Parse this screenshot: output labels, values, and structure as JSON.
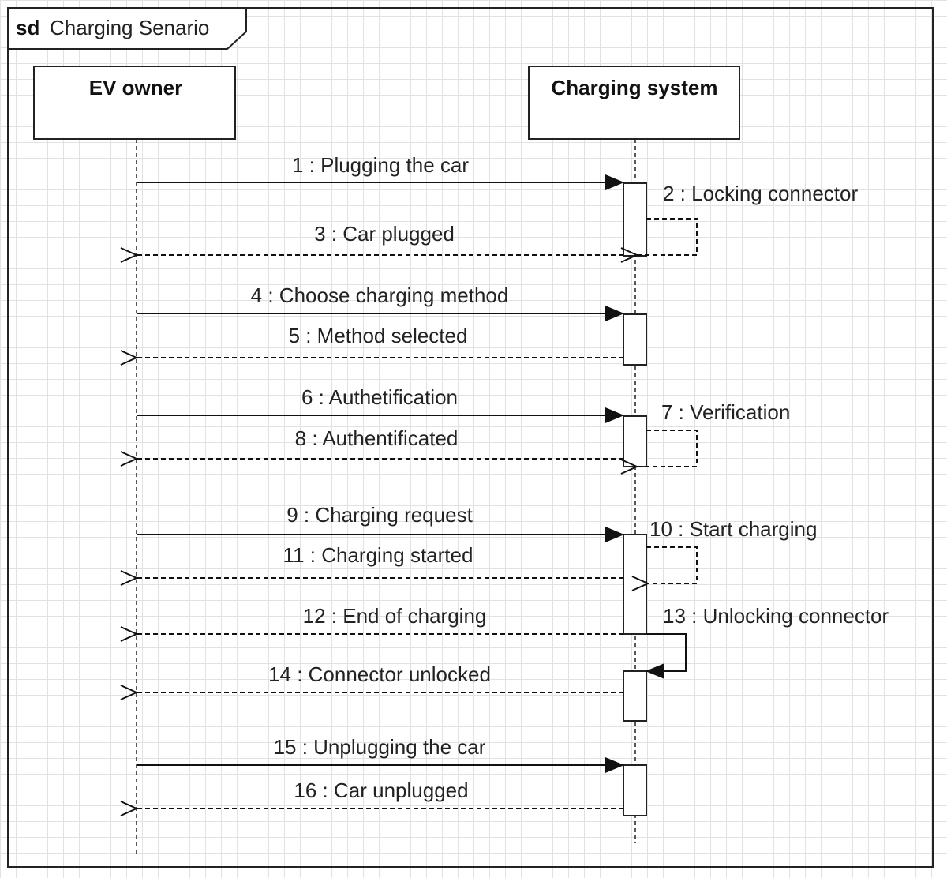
{
  "frame": {
    "keyword": "sd",
    "name": "Charging Senario"
  },
  "participants": [
    {
      "id": "ev",
      "label": "EV owner"
    },
    {
      "id": "cs",
      "label": "Charging system"
    }
  ],
  "messages": [
    {
      "label": "1 : Plugging the car",
      "kind": "sync"
    },
    {
      "label": "2 : Locking connector",
      "kind": "self-reply"
    },
    {
      "label": "3 : Car plugged",
      "kind": "reply"
    },
    {
      "label": "4 : Choose charging method",
      "kind": "sync"
    },
    {
      "label": "5 : Method selected",
      "kind": "reply"
    },
    {
      "label": "6 : Authetification",
      "kind": "sync"
    },
    {
      "label": "7 : Verification",
      "kind": "self-reply"
    },
    {
      "label": "8 : Authentificated",
      "kind": "reply"
    },
    {
      "label": "9 : Charging request",
      "kind": "sync"
    },
    {
      "label": "10 : Start charging",
      "kind": "self-reply"
    },
    {
      "label": "11 : Charging started",
      "kind": "reply"
    },
    {
      "label": "12 : End of charging",
      "kind": "reply"
    },
    {
      "label": "13 : Unlocking connector",
      "kind": "self-sync"
    },
    {
      "label": "14 : Connector unlocked",
      "kind": "reply"
    },
    {
      "label": "15 : Unplugging the car",
      "kind": "sync"
    },
    {
      "label": "16 : Car unplugged",
      "kind": "reply"
    }
  ]
}
